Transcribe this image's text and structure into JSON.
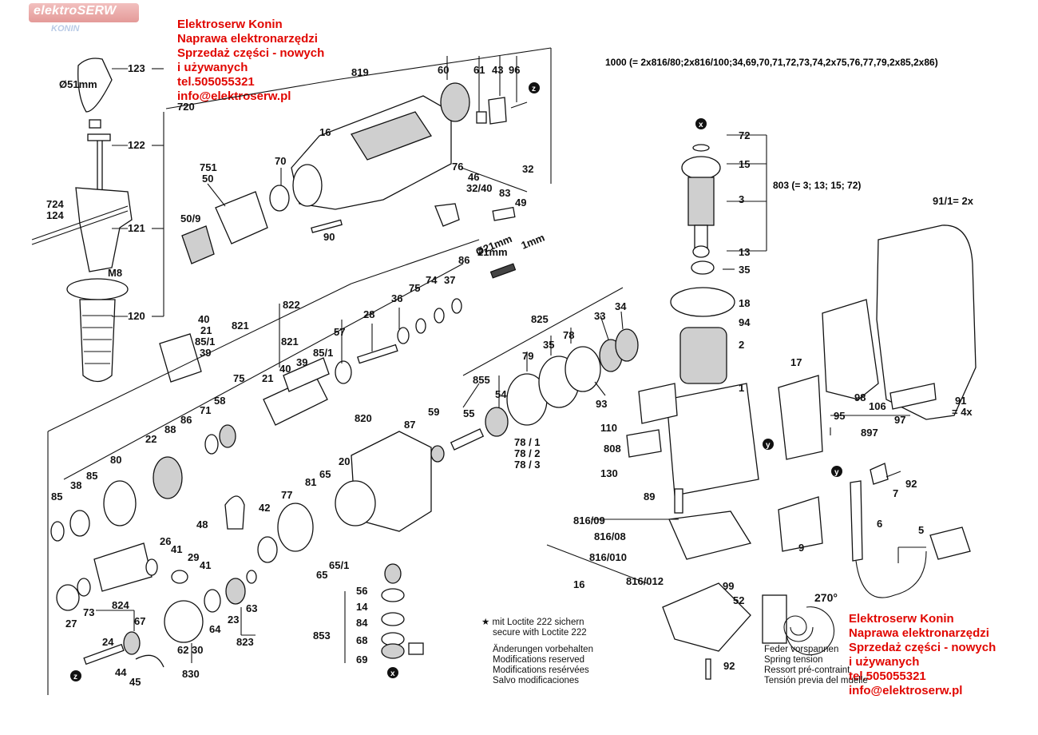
{
  "logo": {
    "brand": "elektroSERW",
    "city": "KONIN"
  },
  "contact_top": {
    "line1": "Elektroserw Konin",
    "line2": "Naprawa elektronarzędzi",
    "line3": "Sprzedaż części - nowych",
    "line4": "i używanych",
    "line5": "tel.505055321",
    "line6": "info@elektroserw.pl"
  },
  "contact_bottom": {
    "line1": "Elektroserw Konin",
    "line2": "Naprawa elektronarzędzi",
    "line3": "Sprzedaż części - nowych",
    "line4": "i używanych",
    "line5": "tel.505055321",
    "line6": "info@elektroserw.pl"
  },
  "kit_1000": "1000 (= 2x816/80;2x816/100;34,69,70,71,72,73,74,2x75,76,77,79,2x85,2x86)",
  "kit_803": "803 (= 3; 13; 15; 72)",
  "dim_51mm": "Ø51mm",
  "dim_21mm": "Ø21mm",
  "dim_1mm": "1mm",
  "handle_thread": "M8",
  "loctite_note": {
    "line1": "mit Loctite 222 sichern",
    "line2": "secure with Loctite 222"
  },
  "changes_note": {
    "line1": "Änderungen vorbehalten",
    "line2": "Modifications reserved",
    "line3": "Modifications resérvées",
    "line4": "Salvo modificaciones"
  },
  "spring_note": {
    "line1": "Feder vorspannen",
    "line2": "Spring tension",
    "line3": "Ressort pré-contraint",
    "line4": "Tensión previa del muelle"
  },
  "angle": "270°",
  "markers": {
    "z": "z",
    "x": "x",
    "y": "y"
  },
  "callouts": {
    "c123": "123",
    "c122": "122",
    "c121": "121",
    "c120": "120",
    "c720": "720",
    "c724": "724",
    "c124": "124",
    "c819": "819",
    "c60": "60",
    "c61": "61",
    "c43": "43",
    "c96": "96",
    "c16": "16",
    "c70": "70",
    "c751": "751",
    "c50": "50",
    "c50_9": "50/9",
    "c90": "90",
    "c76": "76",
    "c46": "46",
    "c32_40": "32/40",
    "c83": "83",
    "c32": "32",
    "c49": "49",
    "c21mm": "21mm",
    "c86a": "86",
    "c37": "37",
    "c74": "74",
    "c75a": "75",
    "c36": "36",
    "c28": "28",
    "c57": "57",
    "c822": "822",
    "c821a": "821",
    "c40a": "40",
    "c21a": "21",
    "c85_1a": "85/1",
    "c39a": "39",
    "c821b": "821",
    "c40b": "40",
    "c39b": "39",
    "c85_1b": "85/1",
    "c21b": "21",
    "c75b": "75",
    "c58": "58",
    "c71": "71",
    "c86b": "86",
    "c88": "88",
    "c22": "22",
    "c80": "80",
    "c85a": "85",
    "c38": "38",
    "c85b": "85",
    "c825": "825",
    "c79": "79",
    "c35a": "35",
    "c78": "78",
    "c33": "33",
    "c34": "34",
    "c855": "855",
    "c55": "55",
    "c54": "54",
    "c93": "93",
    "c78_1": "78 / 1",
    "c78_2": "78 / 2",
    "c78_3": "78 / 3",
    "c820": "820",
    "c87": "87",
    "c59": "59",
    "c20": "20",
    "c81": "81",
    "c65a": "65",
    "c77": "77",
    "c42": "42",
    "c48": "48",
    "c65b": "65",
    "c65_1": "65/1",
    "c26": "26",
    "c41a": "41",
    "c29": "29",
    "c41b": "41",
    "c27": "27",
    "c73": "73",
    "c62": "62",
    "c64": "64",
    "c63": "63",
    "c23": "23",
    "c823": "823",
    "c824": "824",
    "c67": "67",
    "c24": "24",
    "c44": "44",
    "c45": "45",
    "c30": "30",
    "c830": "830",
    "c56": "56",
    "c14": "14",
    "c84": "84",
    "c68": "68",
    "c69": "69",
    "c853": "853",
    "c72": "72",
    "c15": "15",
    "c3": "3",
    "c13": "13",
    "c35b": "35",
    "c18": "18",
    "c94": "94",
    "c2": "2",
    "c1": "1",
    "c110": "110",
    "c808": "808",
    "c130": "130",
    "c89": "89",
    "c816_09": "816/09",
    "c816_08": "816/08",
    "c816_010": "816/010",
    "c816_012": "816/012",
    "c16b": "16",
    "c99": "99",
    "c52": "52",
    "c92a": "92",
    "c9": "9",
    "c17": "17",
    "c95": "95",
    "c897": "897",
    "c98": "98",
    "c106": "106",
    "c97": "97",
    "c91_1": "91/1= 2x",
    "c91": "91",
    "c4x": "= 4x",
    "c92b": "92",
    "c7": "7",
    "c6": "6",
    "c5": "5"
  },
  "colors": {
    "contact_red": "#e10600",
    "ink": "#111111",
    "logo_pink": "#e8a3a1"
  }
}
